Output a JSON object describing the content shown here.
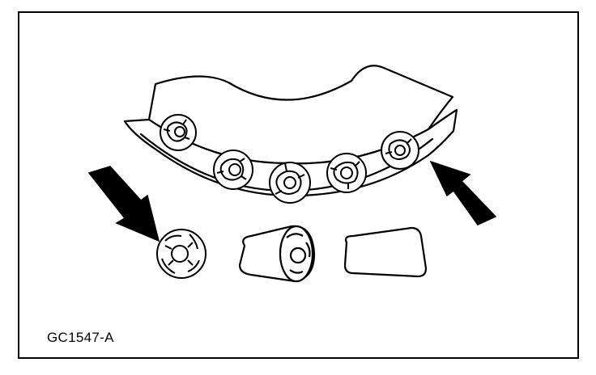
{
  "figure": {
    "label": "GC1547-A",
    "colors": {
      "line": "#000000",
      "background": "#ffffff"
    }
  },
  "parts": {
    "bearing": {
      "roller_count": 5
    },
    "loose_rollers": [
      "roller-end-view",
      "roller-three-quarter-view",
      "roller-side-view"
    ],
    "indicators": [
      "arrow-left-pointer-icon",
      "arrow-right-pointer-icon"
    ]
  }
}
